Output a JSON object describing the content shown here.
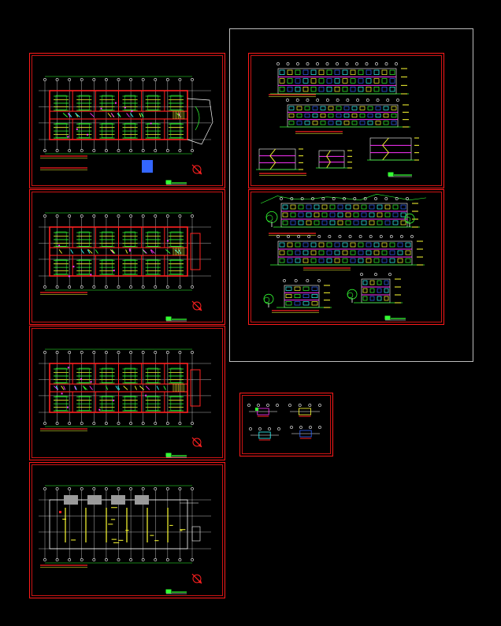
{
  "app": {
    "background": "#000000"
  },
  "colors": {
    "sheet_border": "#ff1a1a",
    "layout_border": "#bdbdbd",
    "wall_red": "#ff2020",
    "yellow": "#ffff33",
    "green": "#33ff33",
    "cyan": "#33ffff",
    "magenta": "#ff33ff",
    "blue": "#3366ff",
    "white": "#ffffff",
    "gray": "#9a9a9a"
  },
  "sheets": [
    {
      "id": "plan-1",
      "kind": "floor-plan",
      "variant": "ground",
      "has_blue_block": true
    },
    {
      "id": "plan-2",
      "kind": "floor-plan",
      "variant": "typical",
      "has_blue_block": false
    },
    {
      "id": "plan-3",
      "kind": "floor-plan",
      "variant": "typical",
      "has_blue_block": false
    },
    {
      "id": "plan-4",
      "kind": "floor-plan",
      "variant": "roof",
      "has_blue_block": false
    },
    {
      "id": "elev-1",
      "kind": "elevations-sections"
    },
    {
      "id": "elev-2",
      "kind": "elevations-landscape"
    },
    {
      "id": "details",
      "kind": "details"
    }
  ],
  "icons": {
    "north_arrow": "north-arrow-icon",
    "tree": "tree-icon",
    "title_block": "title-block-icon"
  }
}
